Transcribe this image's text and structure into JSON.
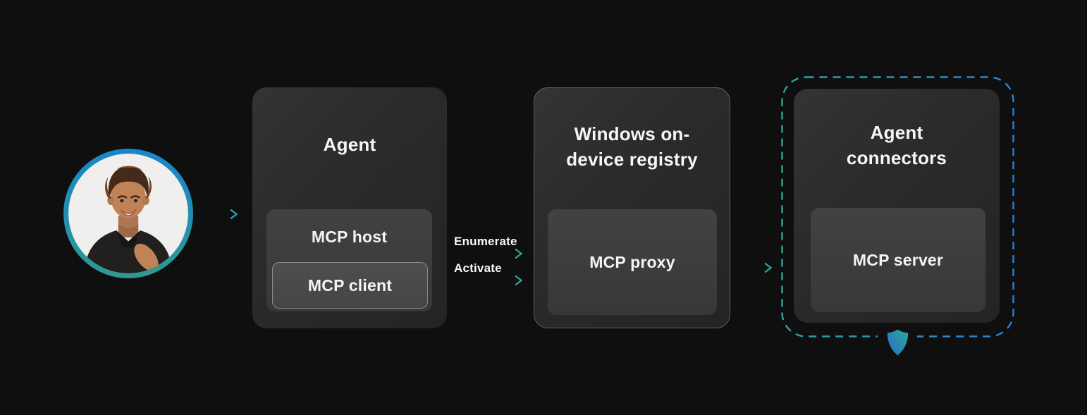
{
  "colors": {
    "background": "#0f0f0f",
    "accent_blue": "#2b80d6",
    "accent_teal": "#2ba19b",
    "box_fill": "#2d2d2d",
    "subbox_fill": "#3d3d3d",
    "text": "#f6f6f6"
  },
  "nodes": {
    "agent": {
      "title": "Agent",
      "host_label": "MCP host",
      "client_label": "MCP client"
    },
    "registry": {
      "title": "Windows on-device registry",
      "proxy_label": "MCP proxy"
    },
    "connectors": {
      "title": "Agent connectors",
      "server_label": "MCP server"
    }
  },
  "edges": {
    "user_to_agent": "",
    "enumerate_label": "Enumerate",
    "activate_label": "Activate",
    "registry_to_connectors": ""
  },
  "icons": {
    "user_avatar": "person-photo-in-gradient-ring",
    "arrow_right": "gradient-right-arrow",
    "shield": "security-shield-gradient"
  }
}
